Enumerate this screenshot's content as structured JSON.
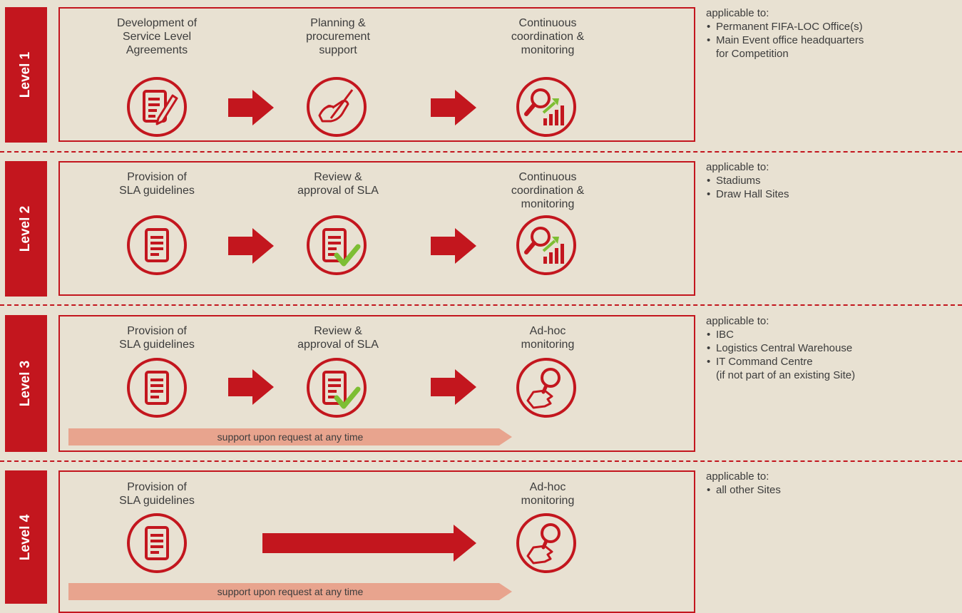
{
  "colors": {
    "red": "#c3161e",
    "background": "#e8e1d2",
    "green": "#7dbe33",
    "support_bar": "#e8a48e"
  },
  "levels": [
    {
      "tab_label": "Level 1",
      "steps": [
        {
          "label": "Development of\nService Level\nAgreements",
          "icon": "document-pen-icon"
        },
        {
          "label": "Planning &\nprocurement\nsupport",
          "icon": "hand-signing-icon"
        },
        {
          "label": "Continuous\ncoordination &\nmonitoring",
          "icon": "magnifier-chart-icon"
        }
      ],
      "support_text": "",
      "applicable_title": "applicable to:",
      "applicable_items": [
        "Permanent FIFA-LOC Office(s)",
        "Main Event office headquarters\nfor Competition"
      ]
    },
    {
      "tab_label": "Level 2",
      "steps": [
        {
          "label": "Provision of\nSLA guidelines",
          "icon": "document-icon"
        },
        {
          "label": "Review &\napproval of SLA",
          "icon": "document-check-icon"
        },
        {
          "label": "Continuous\ncoordination &\nmonitoring",
          "icon": "magnifier-chart-icon"
        }
      ],
      "support_text": "",
      "applicable_title": "applicable to:",
      "applicable_items": [
        "Stadiums",
        "Draw Hall Sites"
      ]
    },
    {
      "tab_label": "Level 3",
      "steps": [
        {
          "label": "Provision of\nSLA guidelines",
          "icon": "document-icon"
        },
        {
          "label": "Review &\napproval of SLA",
          "icon": "document-check-icon"
        },
        {
          "label": "Ad-hoc\nmonitoring",
          "icon": "hand-magnifier-icon"
        }
      ],
      "support_text": "support upon request at any time",
      "applicable_title": "applicable to:",
      "applicable_items": [
        "IBC",
        "Logistics Central Warehouse",
        "IT Command Centre\n(if not part of an existing Site)"
      ]
    },
    {
      "tab_label": "Level 4",
      "steps": [
        {
          "label": "Provision of\nSLA guidelines",
          "icon": "document-icon"
        },
        {
          "label": "Ad-hoc\nmonitoring",
          "icon": "hand-magnifier-icon"
        }
      ],
      "support_text": "support upon request at any time",
      "applicable_title": "applicable to:",
      "applicable_items": [
        "all other Sites"
      ]
    }
  ]
}
